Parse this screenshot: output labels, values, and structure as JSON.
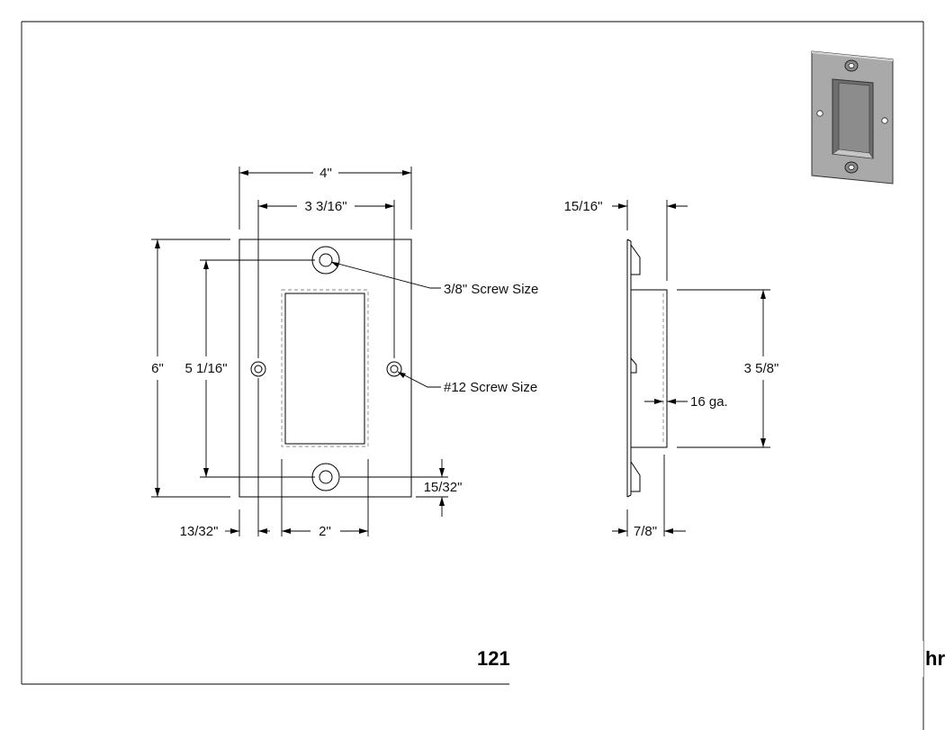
{
  "dimensions": {
    "width_total": "4\"",
    "hole_spacing_horizontal": "3 3/16\"",
    "height_total": "6\"",
    "hole_spacing_vertical": "5 1/16\"",
    "edge_to_hole_bottom": "15/32\"",
    "edge_to_hole_side": "13/32\"",
    "pocket_width": "2\"",
    "flange_offset": "15/16\"",
    "pocket_height": "3 5/8\"",
    "gauge": "16 ga.",
    "depth": "7/8\""
  },
  "callouts": {
    "large_screw": "3/8\" Screw Size",
    "small_screw": "#12 Screw Size"
  },
  "title_block": {
    "left_fragment": "121",
    "right_fragment": "hr"
  },
  "colors": {
    "line": "#000000",
    "hidden_line": "#8a8a8a",
    "thumbnail_plate": "#a9a9a9",
    "thumbnail_pocket": "#6e6e6e"
  }
}
